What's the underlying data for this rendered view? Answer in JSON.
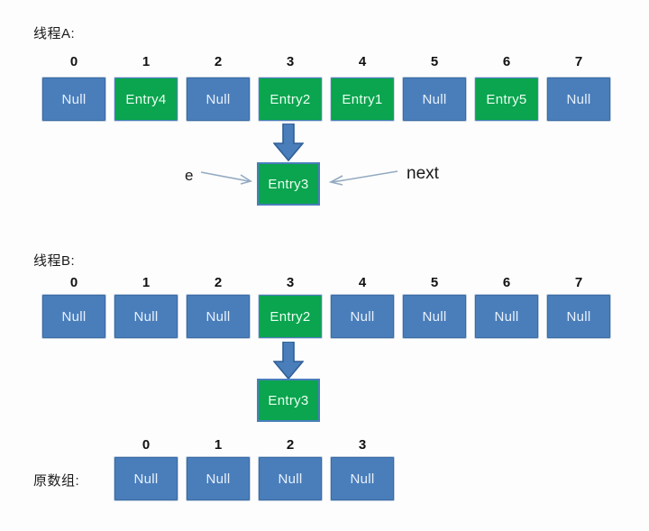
{
  "diagram": {
    "title_thread_a": "线程A:",
    "title_thread_b": "线程B:",
    "title_original_array": "原数组:",
    "colors": {
      "blue_cell": "#4a7ebb",
      "green_cell": "#0aa54e",
      "blue_border": "#3a6ba5",
      "arrow_blue": "#4a7ebb",
      "arrow_blue_dark": "#2f5f96",
      "thin_arrow": "#8fa6bd",
      "text_dark": "#1a1a1a",
      "background": "#fdfdfd"
    },
    "thread_a": {
      "label": "线程A:",
      "indices": [
        "0",
        "1",
        "2",
        "3",
        "4",
        "5",
        "6",
        "7"
      ],
      "cells": [
        {
          "text": "Null",
          "kind": "blue"
        },
        {
          "text": "Entry4",
          "kind": "green"
        },
        {
          "text": "Null",
          "kind": "blue"
        },
        {
          "text": "Entry2",
          "kind": "green"
        },
        {
          "text": "Entry1",
          "kind": "green"
        },
        {
          "text": "Null",
          "kind": "blue"
        },
        {
          "text": "Entry5",
          "kind": "green"
        },
        {
          "text": "Null",
          "kind": "blue"
        }
      ],
      "linked_node": {
        "text": "Entry3",
        "from_index": "3"
      },
      "pointer_left": "e",
      "pointer_right": "next"
    },
    "thread_b": {
      "label": "线程B:",
      "indices": [
        "0",
        "1",
        "2",
        "3",
        "4",
        "5",
        "6",
        "7"
      ],
      "cells": [
        {
          "text": "Null",
          "kind": "blue"
        },
        {
          "text": "Null",
          "kind": "blue"
        },
        {
          "text": "Null",
          "kind": "blue"
        },
        {
          "text": "Entry2",
          "kind": "green"
        },
        {
          "text": "Null",
          "kind": "blue"
        },
        {
          "text": "Null",
          "kind": "blue"
        },
        {
          "text": "Null",
          "kind": "blue"
        },
        {
          "text": "Null",
          "kind": "blue"
        }
      ],
      "linked_node": {
        "text": "Entry3",
        "from_index": "3"
      }
    },
    "original_array": {
      "label": "原数组:",
      "indices": [
        "0",
        "1",
        "2",
        "3"
      ],
      "cells": [
        {
          "text": "Null",
          "kind": "blue"
        },
        {
          "text": "Null",
          "kind": "blue"
        },
        {
          "text": "Null",
          "kind": "blue"
        },
        {
          "text": "Null",
          "kind": "blue"
        }
      ]
    }
  }
}
